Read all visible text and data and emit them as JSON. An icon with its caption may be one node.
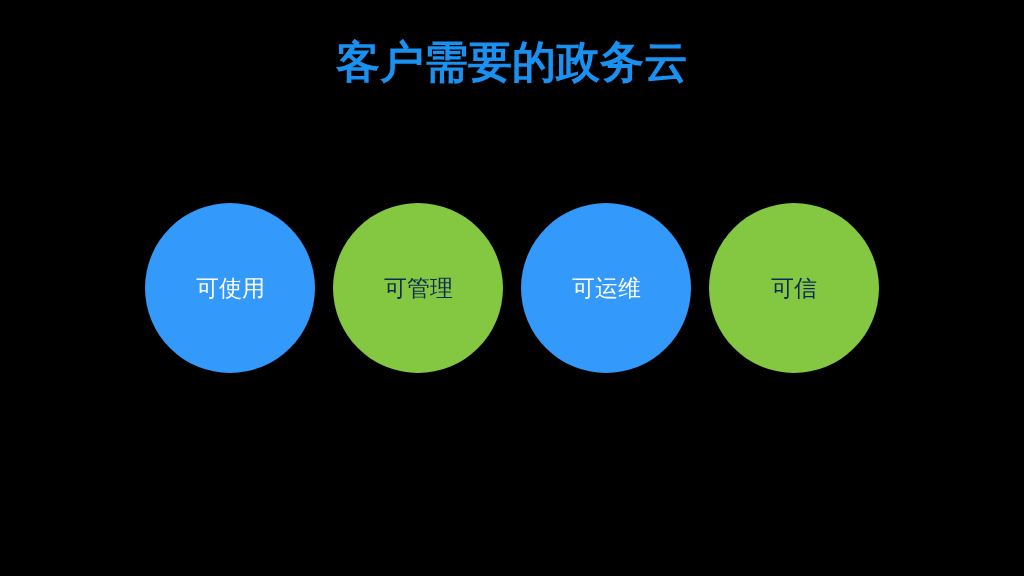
{
  "diagram": {
    "title": "客户需要的政务云",
    "nodes": [
      {
        "text": [
          "可使用"
        ]
      },
      {
        "text": [
          "可管理"
        ]
      },
      {
        "text": [
          "可运维"
        ]
      },
      {
        "text": [
          "可信"
        ]
      }
    ]
  }
}
